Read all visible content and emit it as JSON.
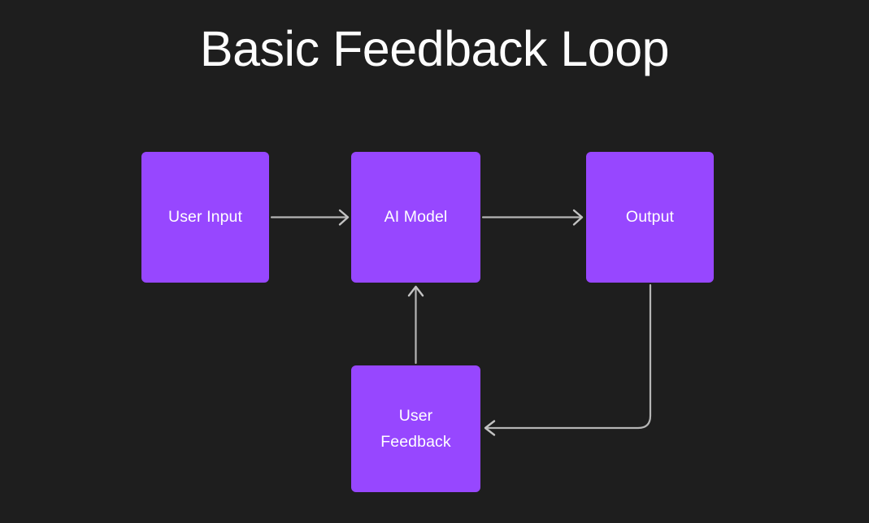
{
  "diagram": {
    "title": "Basic Feedback Loop",
    "background_color": "#1e1e1e",
    "node_color": "#9747ff",
    "node_text_color": "#ffffff",
    "edge_color": "#b5b5b5",
    "title_color": "#fdfdfd",
    "nodes": [
      {
        "id": "user-input",
        "label": "User Input"
      },
      {
        "id": "ai-model",
        "label": "AI Model"
      },
      {
        "id": "output",
        "label": "Output"
      },
      {
        "id": "user-feedback",
        "label_line1": "User",
        "label_line2": "Feedback"
      }
    ],
    "edges": [
      {
        "id": "user-input-to-ai-model",
        "from": "user-input",
        "to": "ai-model",
        "direction": "right",
        "label": ""
      },
      {
        "id": "ai-model-to-output",
        "from": "ai-model",
        "to": "output",
        "direction": "right",
        "label": ""
      },
      {
        "id": "output-to-user-feedback",
        "from": "output",
        "to": "user-feedback",
        "direction": "left",
        "label": ""
      },
      {
        "id": "user-feedback-to-ai-model",
        "from": "user-feedback",
        "to": "ai-model",
        "direction": "up",
        "label": ""
      }
    ]
  }
}
